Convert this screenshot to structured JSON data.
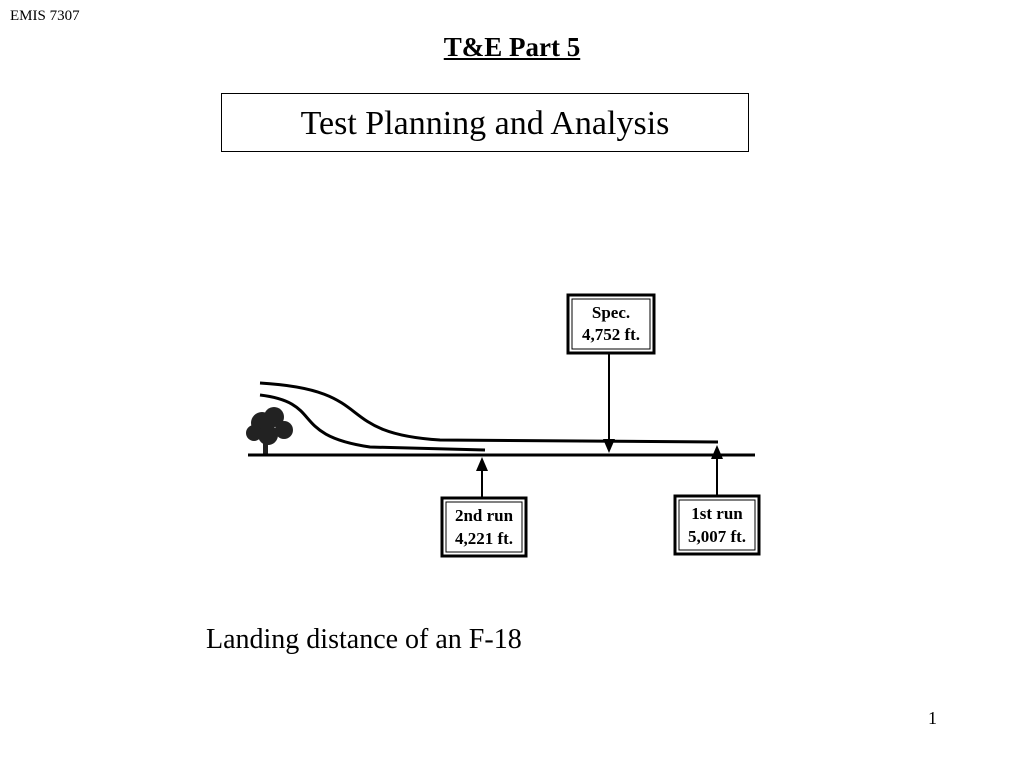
{
  "header": {
    "course_code": "EMIS 7307",
    "title": "T&E Part 5"
  },
  "subtitle": "Test Planning and Analysis",
  "diagram": {
    "spec": {
      "label": "Spec.",
      "distance": "4,752 ft."
    },
    "run2": {
      "label": "2nd run",
      "distance": "4,221 ft."
    },
    "run1": {
      "label": "1st run",
      "distance": "5,007 ft."
    }
  },
  "caption": "Landing distance of an F-18",
  "footer": {
    "page_number": "1"
  }
}
